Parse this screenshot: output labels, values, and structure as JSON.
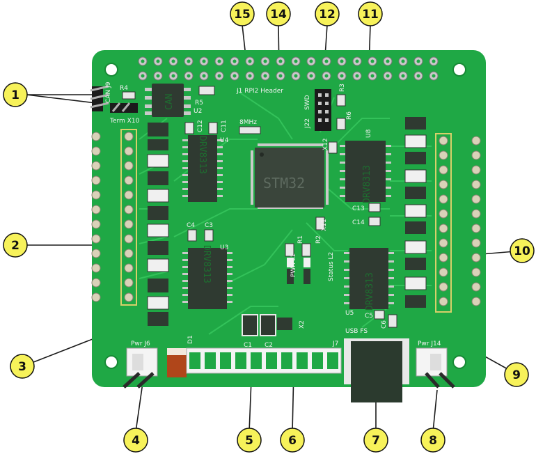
{
  "board": {
    "header_label": "J1 RPI2 Header",
    "can_label": "CAN",
    "u2": "U2",
    "r4": "R4",
    "r5": "R5",
    "can_j9": "CAN J9",
    "term_x10": "Term X10",
    "c12": "C12",
    "c11": "C11",
    "u4": "U4",
    "mhz": "8MHz",
    "swd": "SWD",
    "j22": "J22",
    "r3": "R3",
    "r6": "R6",
    "u8": "U8",
    "x12": "X12",
    "mcu_text": "STM32",
    "drv_text": "DRV8313",
    "c13": "C13",
    "c14": "C14",
    "c4": "C4",
    "c3": "C3",
    "u3": "U3",
    "x11": "X11",
    "r1": "R1",
    "r2": "R2",
    "pwr_l1": "PWR L1",
    "status_l2": "Status L2",
    "u5": "U5",
    "c5": "C5",
    "c6": "C6",
    "x2": "X2",
    "pwr_j6": "Pwr J6",
    "d1": "D1",
    "c1": "C1",
    "c2": "C2",
    "j7": "J7",
    "usb_fs": "USB FS",
    "pwr_j14": "Pwr J14"
  },
  "callouts": [
    {
      "number": "1"
    },
    {
      "number": "2"
    },
    {
      "number": "3"
    },
    {
      "number": "4"
    },
    {
      "number": "5"
    },
    {
      "number": "6"
    },
    {
      "number": "7"
    },
    {
      "number": "8"
    },
    {
      "number": "9"
    },
    {
      "number": "10"
    },
    {
      "number": "11"
    },
    {
      "number": "12"
    },
    {
      "number": "14"
    },
    {
      "number": "15"
    }
  ],
  "colors": {
    "pcb": "#1fa845",
    "trace": "#33c25a",
    "silk": "#f2f2f2",
    "chip": "#2f3a31",
    "callout_fill": "#f7f25a"
  }
}
